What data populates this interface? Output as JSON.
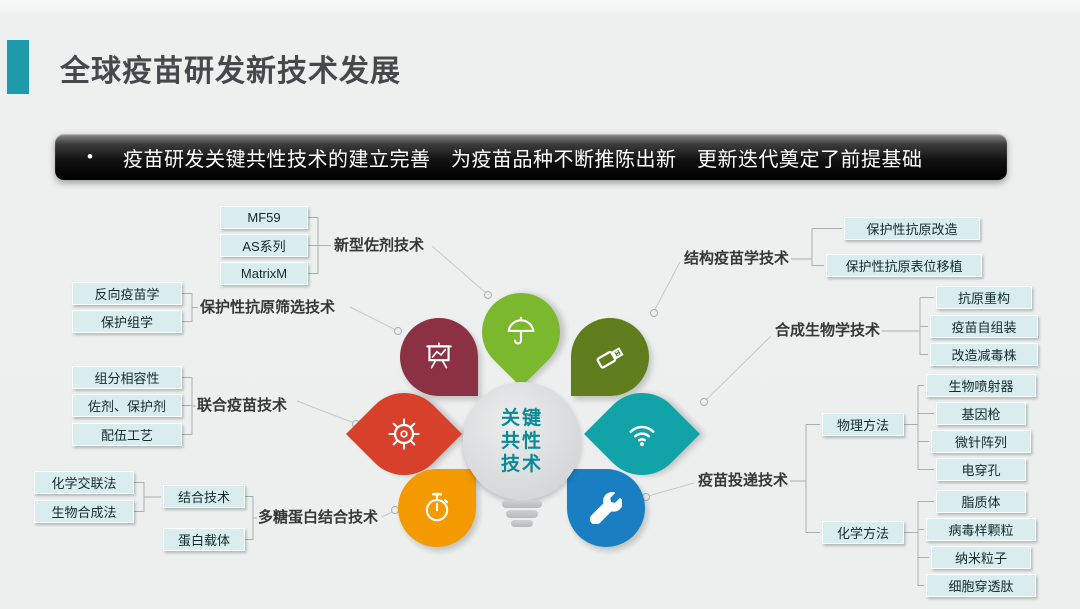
{
  "slide": {
    "title": "全球疫苗研发新技术发展",
    "bullet": "•",
    "banner_text": "疫苗研发关键共性技术的建立完善　为疫苗品种不断推陈出新　更新迭代奠定了前提基础"
  },
  "center": {
    "line1": "关键",
    "line2": "共性",
    "line3": "技术"
  },
  "left": {
    "adjuvant": {
      "label": "新型佐剂技术",
      "items": [
        "MF59",
        "AS系列",
        "MatrixM"
      ]
    },
    "screening": {
      "label": "保护性抗原筛选技术",
      "items": [
        "反向疫苗学",
        "保护组学"
      ]
    },
    "combined": {
      "label": "联合疫苗技术",
      "items": [
        "组分相容性",
        "佐剂、保护剂",
        "配伍工艺"
      ]
    },
    "conjugate": {
      "label": "多糖蛋白结合技术",
      "methods": [
        "化学交联法",
        "生物合成法"
      ],
      "binding": "结合技术",
      "carrier": "蛋白载体"
    }
  },
  "right": {
    "structural": {
      "label": "结构疫苗学技术",
      "items": [
        "保护性抗原改造",
        "保护性抗原表位移植"
      ]
    },
    "synbio": {
      "label": "合成生物学技术",
      "items": [
        "抗原重构",
        "疫苗自组装",
        "改造减毒株"
      ]
    },
    "delivery": {
      "label": "疫苗投递技术",
      "physical": {
        "label": "物理方法",
        "items": [
          "生物喷射器",
          "基因枪",
          "微针阵列",
          "电穿孔"
        ]
      },
      "chemical": {
        "label": "化学方法",
        "items": [
          "脂质体",
          "病毒样颗粒",
          "纳米粒子",
          "细胞穿透肽"
        ]
      }
    }
  },
  "petal_icons": [
    "presentation-icon",
    "umbrella-icon",
    "usb-drive-icon",
    "ship-wheel-icon",
    "wifi-icon",
    "stopwatch-icon",
    "wrench-icon"
  ],
  "colors": {
    "accent": "#1e9aab",
    "petal_maroon": "#8c3044",
    "petal_green": "#7cb82e",
    "petal_olive": "#5f7d1c",
    "petal_red": "#d7402b",
    "petal_teal": "#12a3a8",
    "petal_orange": "#f39a00",
    "petal_blue": "#1a7ec2",
    "box_fill": "#d9edee",
    "center_text": "#0a8a96"
  }
}
